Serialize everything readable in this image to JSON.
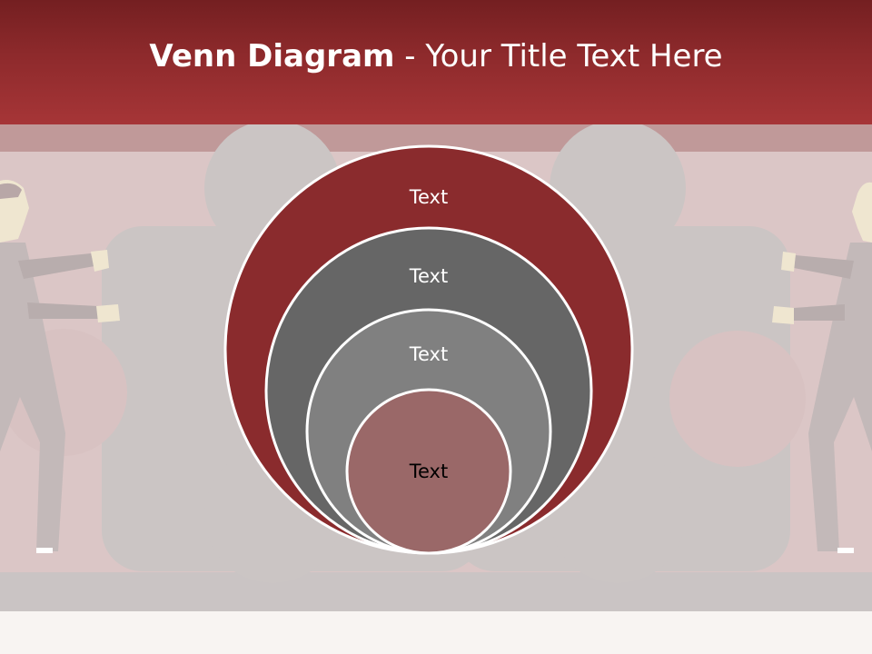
{
  "slide": {
    "title_bold": "Venn Diagram",
    "title_rest": " - Your Title Text Here"
  },
  "diagram": {
    "circles": [
      {
        "label": "Text",
        "fill": "#8a2b2d",
        "text_color": "#ffffff"
      },
      {
        "label": "Text",
        "fill": "#666666",
        "text_color": "#ffffff"
      },
      {
        "label": "Text",
        "fill": "#808080",
        "text_color": "#ffffff"
      },
      {
        "label": "Text",
        "fill": "#9a6868",
        "text_color": "#000000"
      }
    ]
  },
  "colors": {
    "header_dark": "#741f21",
    "header_light": "#a63537",
    "background": "#dbc6c6",
    "puzzle_gray": "#cbc5c4"
  }
}
